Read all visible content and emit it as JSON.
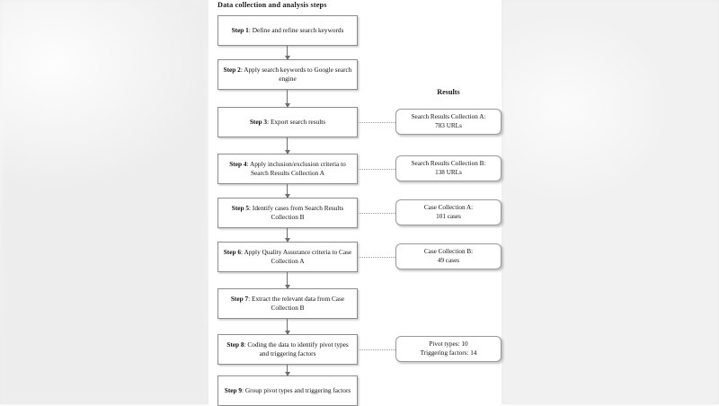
{
  "diagram": {
    "title": "Data collection and analysis steps",
    "results_header": "Results",
    "steps": [
      {
        "label": "Step 1",
        "sep": ": ",
        "text": "Define and refine search keywords"
      },
      {
        "label": "Step 2",
        "sep": ": ",
        "text": "Apply search keywords to Google search engine"
      },
      {
        "label": "Step 3",
        "sep": ": ",
        "text": "Export search results"
      },
      {
        "label": "Step 4",
        "sep": ": ",
        "text": "Apply inclusion/exclusion criteria to Search Results Collection A"
      },
      {
        "label": "Step 5",
        "sep": ": ",
        "text": "Identify cases from Search Results Collection B"
      },
      {
        "label": "Step 6",
        "sep": ": ",
        "text": "Apply Quality Assurance criteria to Case Collection A"
      },
      {
        "label": "Step 7",
        "sep": ": ",
        "text": "Extract the relevant data from Case Collection B"
      },
      {
        "label": "Step 8",
        "sep": ": ",
        "text": "Coding the data to identify pivot types and triggering factors"
      },
      {
        "label": "Step 9",
        "sep": ": ",
        "text": "Group pivot types and triggering factors"
      }
    ],
    "results": [
      {
        "line1": "Search Results Collection A:",
        "line2": "783 URLs"
      },
      {
        "line1": "Search Results Collection B:",
        "line2": "138 URLs"
      },
      {
        "line1": "Case Collection A:",
        "line2": "101 cases"
      },
      {
        "line1": "Case Collection B:",
        "line2": "49 cases"
      },
      {
        "line1": "Pivot types: 10",
        "line2": "Triggering factors: 14"
      }
    ]
  },
  "chart_data": {
    "type": "diagram",
    "title": "Data collection and analysis steps",
    "nodes": [
      {
        "id": "step1",
        "label": "Step 1: Define and refine search keywords"
      },
      {
        "id": "step2",
        "label": "Step 2: Apply search keywords to Google search engine"
      },
      {
        "id": "step3",
        "label": "Step 3: Export search results"
      },
      {
        "id": "step4",
        "label": "Step 4: Apply inclusion/exclusion criteria to Search Results Collection A"
      },
      {
        "id": "step5",
        "label": "Step 5: Identify cases from Search Results Collection B"
      },
      {
        "id": "step6",
        "label": "Step 6: Apply Quality Assurance criteria to Case Collection A"
      },
      {
        "id": "step7",
        "label": "Step 7: Extract the relevant data from Case Collection B"
      },
      {
        "id": "step8",
        "label": "Step 8: Coding the data to identify pivot types and triggering factors"
      },
      {
        "id": "step9",
        "label": "Step 9: Group pivot types and triggering factors"
      },
      {
        "id": "res3",
        "label": "Search Results Collection A: 783 URLs"
      },
      {
        "id": "res4",
        "label": "Search Results Collection B: 138 URLs"
      },
      {
        "id": "res5",
        "label": "Case Collection A: 101 cases"
      },
      {
        "id": "res6",
        "label": "Case Collection B: 49 cases"
      },
      {
        "id": "res8",
        "label": "Pivot types: 10 / Triggering factors: 14"
      }
    ],
    "edges": [
      {
        "from": "step1",
        "to": "step2",
        "style": "arrow"
      },
      {
        "from": "step2",
        "to": "step3",
        "style": "arrow"
      },
      {
        "from": "step3",
        "to": "step4",
        "style": "arrow"
      },
      {
        "from": "step4",
        "to": "step5",
        "style": "arrow"
      },
      {
        "from": "step5",
        "to": "step6",
        "style": "arrow"
      },
      {
        "from": "step6",
        "to": "step7",
        "style": "arrow"
      },
      {
        "from": "step7",
        "to": "step8",
        "style": "arrow"
      },
      {
        "from": "step8",
        "to": "step9",
        "style": "arrow"
      },
      {
        "from": "step3",
        "to": "res3",
        "style": "dotted"
      },
      {
        "from": "step4",
        "to": "res4",
        "style": "dotted"
      },
      {
        "from": "step5",
        "to": "res5",
        "style": "dotted"
      },
      {
        "from": "step6",
        "to": "res6",
        "style": "dotted"
      },
      {
        "from": "step8",
        "to": "res8",
        "style": "dotted"
      }
    ]
  }
}
